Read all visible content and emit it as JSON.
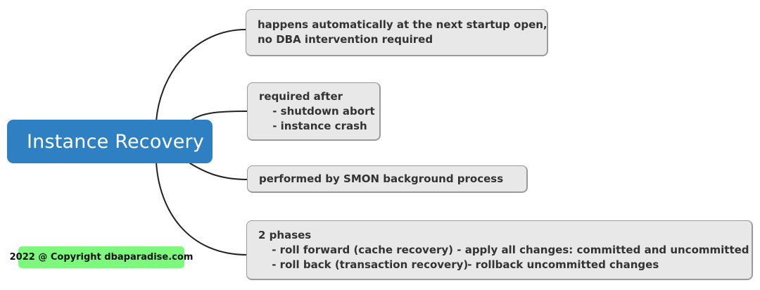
{
  "diagram": {
    "type": "mind-map",
    "root": {
      "label": "Instance Recovery",
      "color": "#2E80C2",
      "text_color": "#ffffff"
    },
    "branch_color": "#222222",
    "node_fill": "#E8E8E8",
    "node_border": "#9a9a9a",
    "node_text_color": "#333333",
    "branches": [
      {
        "id": "auto-startup",
        "lines": [
          "happens automatically at the next startup open,",
          "no DBA intervention required"
        ]
      },
      {
        "id": "required-after",
        "lines": [
          "required after",
          " - shutdown abort",
          " - instance crash"
        ]
      },
      {
        "id": "smon-process",
        "lines": [
          "performed by SMON background process"
        ]
      },
      {
        "id": "two-phases",
        "title": "2 phases",
        "rows": [
          {
            "phase": " - roll forward (cache recovery)",
            "detail": " - apply all changes: committed and uncommitted"
          },
          {
            "phase": " - roll back (transaction recovery)",
            "detail": " - rollback uncommitted changes"
          }
        ]
      }
    ]
  },
  "footer": {
    "copyright": "2022 @ Copyright dbaparadise.com",
    "badge_color": "#7CF97C"
  }
}
